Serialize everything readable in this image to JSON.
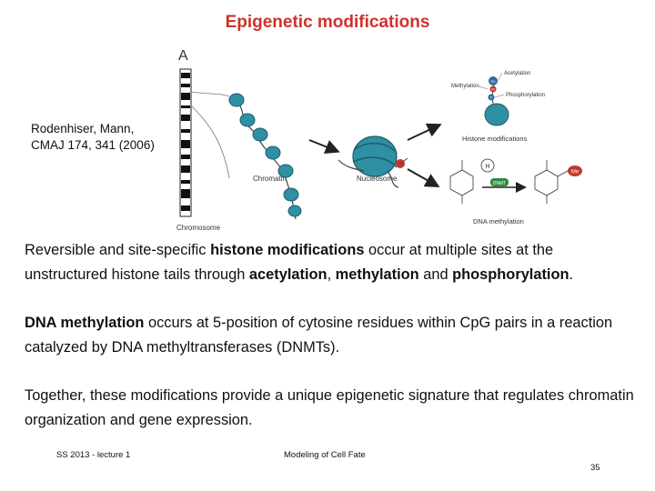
{
  "slide": {
    "title": "Epigenetic modifications",
    "citation_line1": "Rodenhiser, Mann,",
    "citation_line2": "CMAJ  174, 341 (2006)"
  },
  "figure": {
    "panel_label": "A",
    "labels": {
      "chromosome": "Chromosome",
      "chromatin": "Chromatin",
      "nucleosome": "Nucleosome",
      "histone_modifications": "Histone modifications",
      "dna_methylation": "DNA methylation",
      "acetylation": "Acetylation",
      "methylation": "Methylation",
      "phosphorylation": "Phosphorylation",
      "badge_ac": "Ac",
      "badge_m": "M",
      "badge_p": "P",
      "badge_me": "Me",
      "badge_h": "H",
      "dnmt": "DNMT"
    },
    "colors": {
      "histone": "#2f8fa3",
      "acetyl": "#2e6aa8",
      "methyl": "#c0392b",
      "dnmt": "#2f8a3e"
    }
  },
  "body": {
    "p1": {
      "t1": "Reversible and site-specific ",
      "b1": "histone modifications",
      "t2": " occur at multiple sites at the unstructured histone tails through ",
      "b2": "acetylation",
      "t3": ", ",
      "b3": "methylation",
      "t4": " and ",
      "b4": "phosphorylation",
      "t5": "."
    },
    "p2": {
      "b1": "DNA methylation",
      "t1": " occurs at 5-position of cytosine residues within CpG pairs in a reaction catalyzed by DNA methyltransferases (DNMTs)."
    },
    "p3": {
      "t1": "Together, these modifications provide a unique epigenetic signature that regulates chromatin organization and gene expression."
    }
  },
  "footer": {
    "left": "SS 2013 - lecture 1",
    "center": "Modeling of Cell Fate",
    "page": "35"
  }
}
